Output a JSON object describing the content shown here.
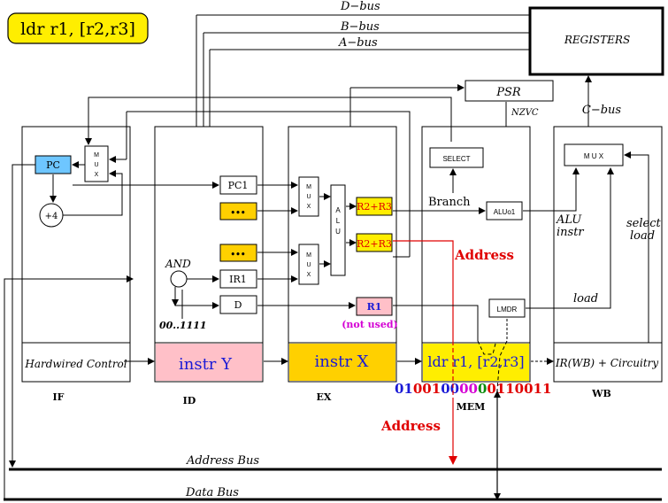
{
  "title": "ldr r1, [r2,r3]",
  "buses": {
    "d_bus": "D−bus",
    "b_bus": "B−bus",
    "a_bus": "A−bus",
    "c_bus": "C−bus",
    "address_bus": "Address Bus",
    "data_bus": "Data Bus"
  },
  "registers": "REGISTERS",
  "psr": "PSR",
  "nzvc": "NZVC",
  "select": "SELECT",
  "branch": "Branch",
  "stages": {
    "if": "IF",
    "id": "ID",
    "ex": "EX",
    "mem": "MEM",
    "wb": "WB"
  },
  "if_stage": {
    "pc": "PC",
    "mux": [
      "M",
      "U",
      "X"
    ],
    "plus4": "+4",
    "hardwired": "Hardwired Control"
  },
  "id_stage": {
    "pc1": "PC1",
    "dots1": "•••",
    "dots2": "•••",
    "ir1": "IR1",
    "d": "D",
    "and": "AND",
    "const": "00..1111",
    "instr": "instr Y"
  },
  "ex_stage": {
    "mux": [
      "M",
      "U",
      "X"
    ],
    "alu": [
      "A",
      "L",
      "U"
    ],
    "r2r3_a": "R2+R3",
    "r2r3_b": "R2+R3",
    "r1": "R1",
    "not_used": "(not used)",
    "instr": "instr X"
  },
  "mem_stage": {
    "aluo1": "ALUo1",
    "lmdr": "LMDR",
    "address": "Address",
    "instr": "ldr r1, [r2,r3]",
    "address_lower": "Address"
  },
  "wb_stage": {
    "mux": "M U X",
    "alu": "ALU",
    "alu_instr": "instr",
    "select": "select",
    "select_load": "load",
    "load": "load",
    "instr": "IR(WB) + Circuitry"
  },
  "bits": [
    {
      "text": "01",
      "color": "#1a1ad6"
    },
    {
      "text": "001",
      "color": "#e00000"
    },
    {
      "text": "00",
      "color": "#1a1ad6"
    },
    {
      "text": "00",
      "color": "#d400d4"
    },
    {
      "text": "0",
      "color": "#0a8a0a"
    },
    {
      "text": "0",
      "color": "#e00000"
    },
    {
      "text": "110011",
      "color": "#e00000"
    }
  ],
  "colors": {
    "yellow": "#ffee00",
    "gold": "#ffd000",
    "pink": "#ffc0c8",
    "blue_pc": "#6ec6ff",
    "red": "#e00000",
    "blue_text": "#1a1ad6",
    "magenta": "#d400d4"
  }
}
